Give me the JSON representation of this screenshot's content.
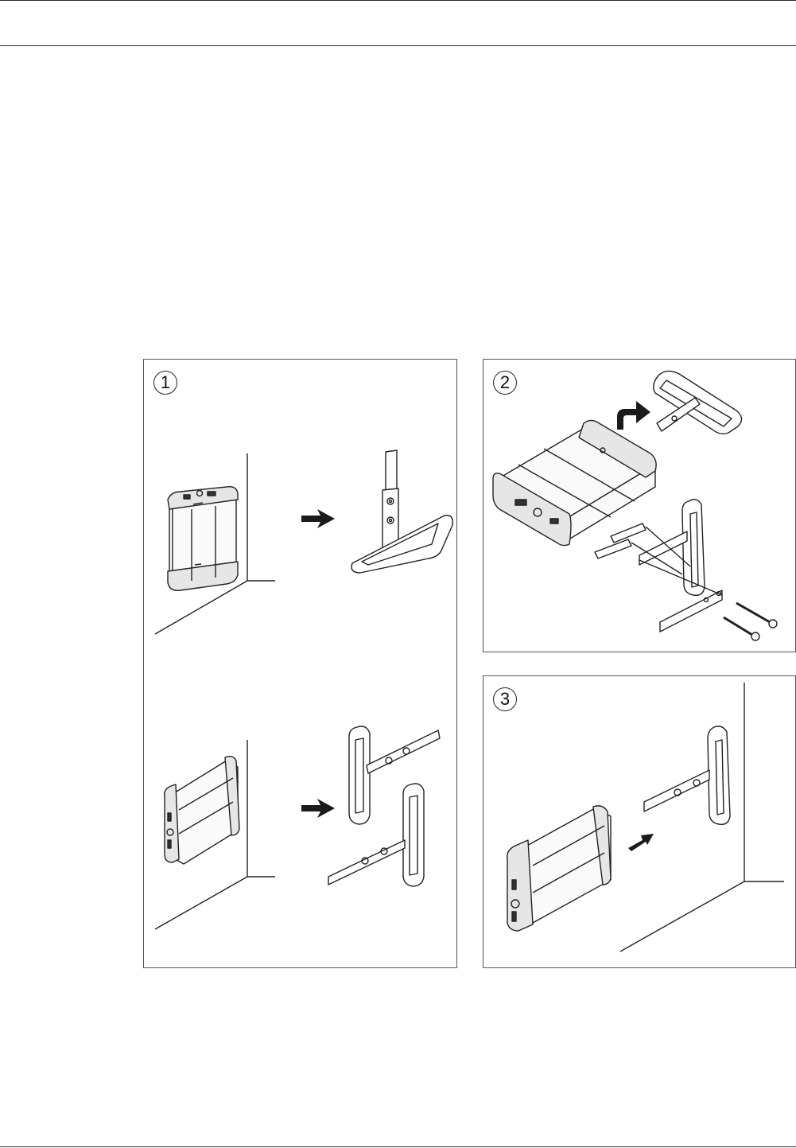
{
  "steps": [
    {
      "number": "1"
    },
    {
      "number": "2"
    },
    {
      "number": "3"
    }
  ],
  "icons": {
    "arrow": "right-arrow-icon",
    "curved_arrow": "curved-arrow-icon"
  },
  "colors": {
    "line": "#222222",
    "frame": "#555555",
    "arrow": "#1a1a1a",
    "device_shade": "#e6e6e6"
  }
}
